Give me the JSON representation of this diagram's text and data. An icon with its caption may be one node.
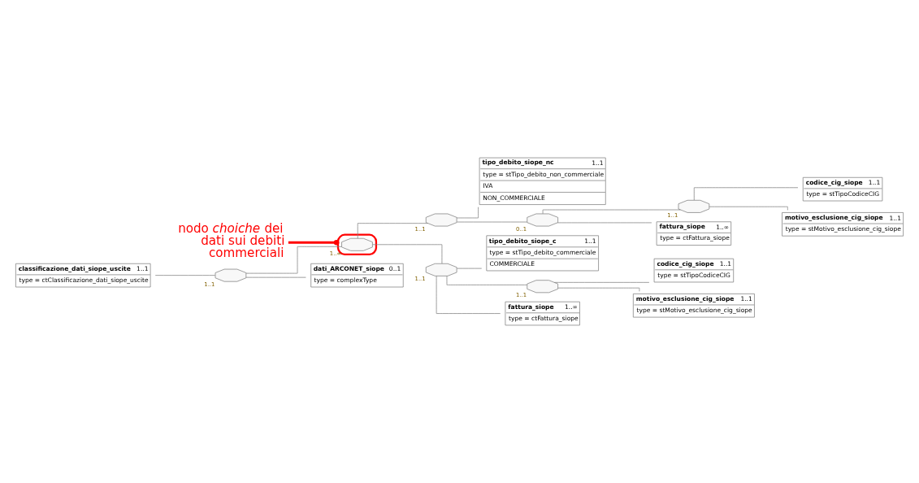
{
  "diagram": {
    "nodes": [
      {
        "text": [
          "classificazione_dati_siope_uscite",
          "1..1",
          "type = ctClassificazione_dati_siope_uscite"
        ]
      },
      {
        "text": [],
        "shape": "octagon",
        "beside": [
          "1..1"
        ]
      },
      {
        "text": [],
        "shape": "ellipse"
      },
      {
        "text": [],
        "shape": "octagon",
        "beside": [
          "1..∞"
        ],
        "in": 2
      },
      {
        "text": [],
        "shape": "octagon",
        "beside": [
          "1..1"
        ]
      },
      {
        "text": [
          "tipo_debito_siope_nc",
          "1..1",
          "type = stTipo_debito_non_commerciale",
          "IVA",
          "NON_COMMERCIALE"
        ]
      },
      {
        "text": [],
        "shape": "octagon",
        "beside": [
          "0..1"
        ]
      },
      {
        "text": [],
        "shape": "octagon",
        "beside": [
          "1..1"
        ]
      },
      {
        "text": [
          "codice_cig_siope",
          "1..1",
          "type = stTipoCodiceCIG"
        ]
      },
      {
        "text": [
          "motivo_esclusione_cig_siope",
          "1..1",
          "type = stMotivo_esclusione_cig_siope"
        ]
      },
      {
        "text": [
          "fattura_siope",
          "1..∞",
          "type = ctFattura_siope"
        ]
      },
      {
        "text": [],
        "shape": "octagon",
        "beside": [
          "1..1"
        ]
      },
      {
        "text": [
          "tipo_debito_siope_c",
          "1..1",
          "type = stTipo_debito_commerciale",
          "COMMERCIALE"
        ]
      },
      {
        "text": [],
        "shape": "octagon",
        "beside": [
          "1..1"
        ]
      },
      {
        "text": [
          "codice_cig_siope",
          "1..1",
          "type = stTipoCodiceCIG"
        ]
      },
      {
        "text": [
          "motivo_esclusione_cig_siope",
          "1..1",
          "type = stMotivo_esclusione_cig_siope"
        ]
      },
      {
        "text": [
          "fattura_siope",
          "1..∞",
          "type = ctFattura_siope"
        ]
      },
      {
        "text": [
          "dati_ARCONET_siope",
          "0..1",
          "type = complexType"
        ]
      },
      {
        "text": [
          "nodo *choiche* dei dati sui debiti commerciali"
        ]
      }
    ],
    "edges": [
      {
        "from": 0,
        "to": 1,
        "arrow": "none"
      },
      {
        "from": 1,
        "to": 3,
        "arrow": "none"
      },
      {
        "from": 1,
        "to": 17,
        "arrow": "none"
      },
      {
        "from": 3,
        "to": 4,
        "arrow": "none"
      },
      {
        "from": 3,
        "to": 11,
        "arrow": "none"
      },
      {
        "from": 4,
        "to": 5,
        "arrow": "none"
      },
      {
        "from": 4,
        "to": 6,
        "arrow": "none"
      },
      {
        "from": 6,
        "to": 7,
        "arrow": "none"
      },
      {
        "from": 6,
        "to": 10,
        "arrow": "none"
      },
      {
        "from": 7,
        "to": 8,
        "arrow": "none"
      },
      {
        "from": 7,
        "to": 9,
        "arrow": "none"
      },
      {
        "from": 11,
        "to": 12,
        "arrow": "none"
      },
      {
        "from": 11,
        "to": 13,
        "arrow": "none"
      },
      {
        "from": 11,
        "to": 16,
        "arrow": "none"
      },
      {
        "from": 13,
        "to": 14,
        "arrow": "none"
      },
      {
        "from": 13,
        "to": 15,
        "arrow": "none"
      },
      {
        "from": 18,
        "to": 2,
        "arrow": "other",
        "style": "thick",
        "color": "#ff0000"
      }
    ]
  }
}
